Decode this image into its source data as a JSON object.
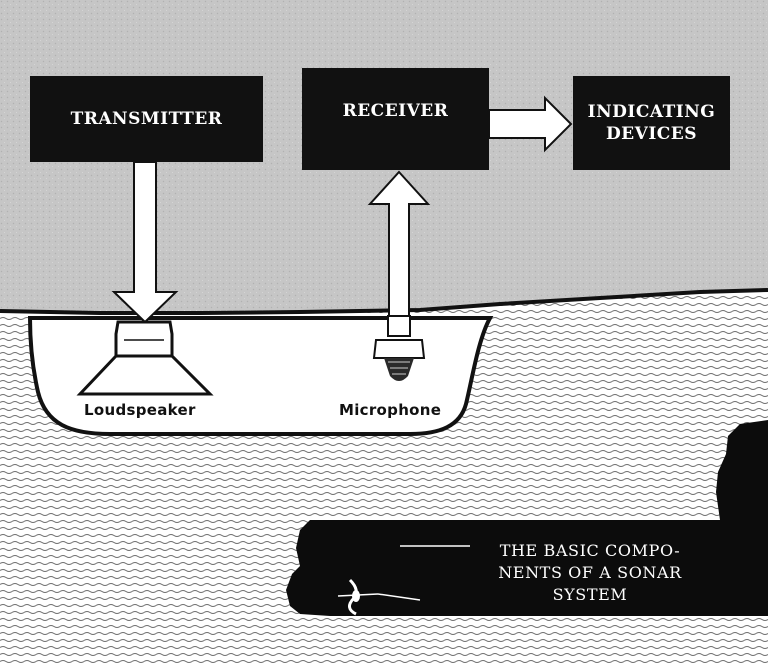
{
  "blocks": {
    "transmitter": "TRANSMITTER",
    "receiver": "RECEIVER",
    "indicating_devices": [
      "INDICATING",
      "DEVICES"
    ]
  },
  "labels": {
    "loudspeaker": "Loudspeaker",
    "microphone": "Microphone"
  },
  "caption": [
    "THE BASIC COMPO-",
    "NENTS OF A SONAR",
    "SYSTEM"
  ],
  "colors": {
    "block_fill": "#111111",
    "sky": "#c6c6c6",
    "water_lines": "#6e6e6e",
    "hull": "#ffffff",
    "submarine": "#0c0c0c"
  }
}
